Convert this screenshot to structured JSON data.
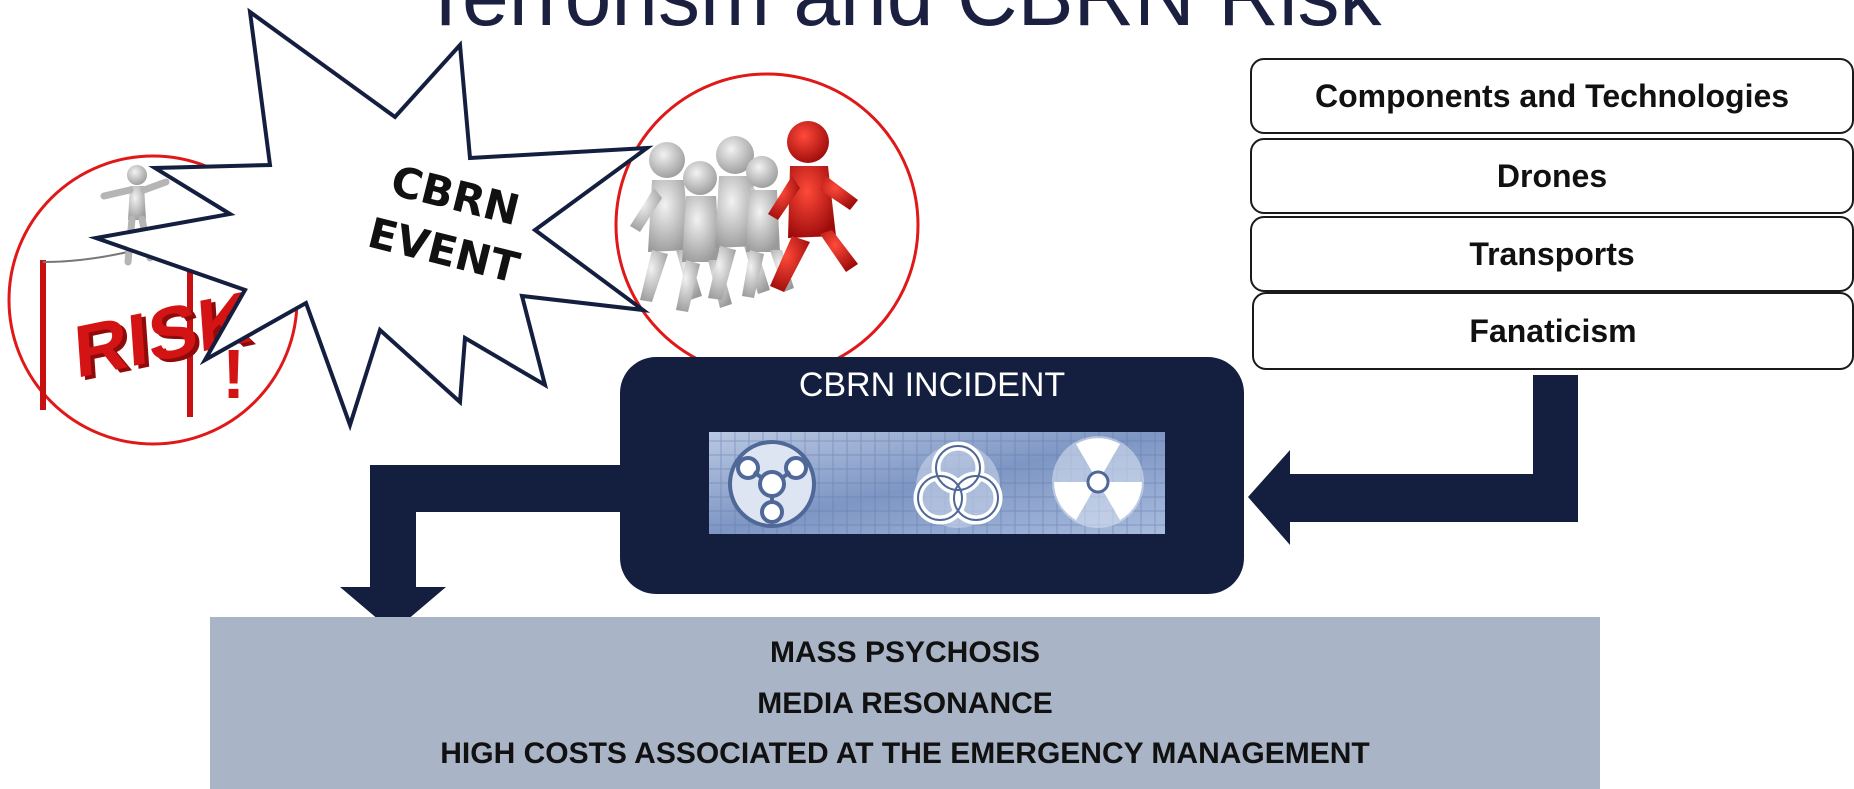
{
  "title": "Terrorism and CBRN Risk",
  "event": {
    "line1": "CBRN",
    "line2": "EVENT"
  },
  "risk_image": {
    "word": "RISK",
    "mark": "!"
  },
  "factors": [
    {
      "label": "Components and Technologies"
    },
    {
      "label": "Drones"
    },
    {
      "label": "Transports"
    },
    {
      "label": "Fanaticism"
    }
  ],
  "incident": {
    "title": "CBRN INCIDENT",
    "icons": [
      "chemical-hazard-icon",
      "biohazard-icon",
      "radiation-icon"
    ]
  },
  "effects": [
    {
      "label": "MASS PSYCHOSIS"
    },
    {
      "label": "MEDIA RESONANCE"
    },
    {
      "label": "HIGH COSTS ASSOCIATED AT THE EMERGENCY MANAGEMENT"
    }
  ],
  "colors": {
    "navy": "#141f40",
    "panel": "#a9b4c6",
    "circle_border": "#e01818",
    "risk_red": "#c81010",
    "figure_red": "#d31414"
  }
}
